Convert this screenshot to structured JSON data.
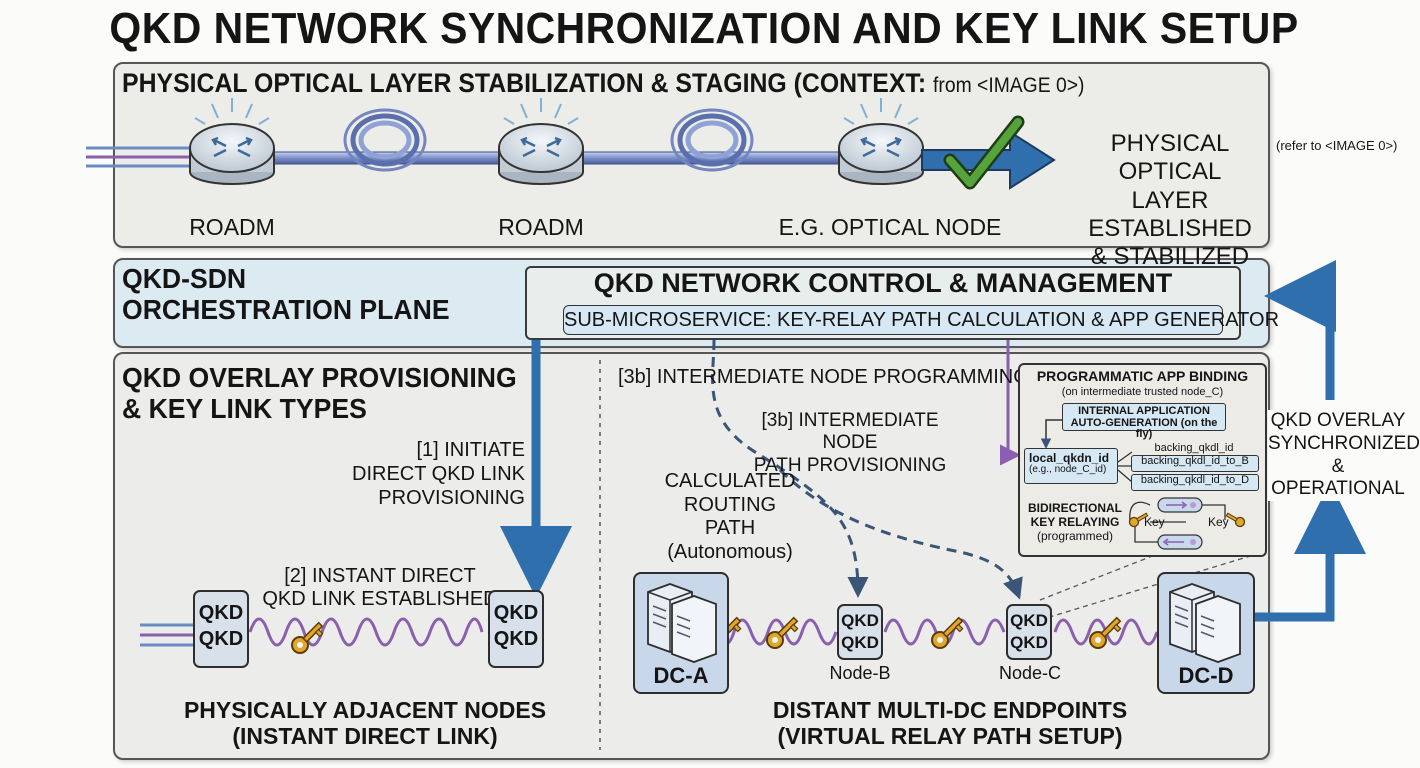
{
  "title": "QKD NETWORK SYNCHRONIZATION AND KEY LINK SETUP",
  "physical": {
    "heading": "PHYSICAL OPTICAL LAYER STABILIZATION & STAGING (CONTEXT:",
    "heading_suffix": "from <IMAGE 0>)",
    "nodes": [
      "ROADM",
      "ROADM",
      "E.G. OPTICAL NODE"
    ],
    "status_line1": "PHYSICAL OPTICAL",
    "status_line2": "LAYER ESTABLISHED",
    "status_line3": "& STABILIZED",
    "refer": "(refer to <IMAGE 0>)"
  },
  "orchestration": {
    "label_line1": "QKD-SDN",
    "label_line2": "ORCHESTRATION PLANE",
    "control_title": "QKD NETWORK CONTROL & MANAGEMENT",
    "sub_microservice": "SUB-MICROSERVICE: KEY-RELAY PATH CALCULATION & APP GENERATOR"
  },
  "overlay": {
    "label_line1": "QKD OVERLAY PROVISIONING",
    "label_line2": "& KEY LINK TYPES",
    "step1_line1": "[1] INITIATE",
    "step1_line2": "DIRECT QKD LINK",
    "step1_line3": "PROVISIONING",
    "step2_line1": "[2] INSTANT DIRECT",
    "step2_line2": "QKD LINK ESTABLISHED",
    "qkd_label": "QKD",
    "adjacent_line1": "PHYSICALLY ADJACENT NODES",
    "adjacent_line2": "(INSTANT DIRECT LINK)",
    "step3b_prog": "[3b] INTERMEDIATE NODE PROGRAMMING",
    "step3b_path_line1": "[3b] INTERMEDIATE NODE",
    "step3b_path_line2": "PATH PROVISIONING",
    "routing_line1": "CALCULATED",
    "routing_line2": "ROUTING PATH",
    "routing_line3": "(Autonomous)",
    "dc_a": "DC-A",
    "dc_d": "DC-D",
    "node_b": "Node-B",
    "node_c": "Node-C",
    "distant_line1": "DISTANT MULTI-DC ENDPOINTS",
    "distant_line2": "(VIRTUAL RELAY PATH SETUP)"
  },
  "app_binding": {
    "title": "PROGRAMMATIC APP BINDING",
    "subtitle": "(on intermediate trusted node_C)",
    "internal_line1": "INTERNAL APPLICATION",
    "internal_line2": "AUTO-GENERATION (on the fly)",
    "local_id": "local_qkdn_id",
    "local_eg": "(e.g., node_C_id)",
    "backing1": "backing_qkdl_id",
    "backing2": "backing_qkdl_id_to_B",
    "backing3": "backing_qkdl_id_to_D",
    "bidir_line1": "BIDIRECTIONAL",
    "bidir_line2": "KEY RELAYING",
    "bidir_line3": "(programmed)",
    "key_left": "Key",
    "key_right": "Key"
  },
  "sync": {
    "line1": "QKD OVERLAY",
    "line2": "SYNCHRONIZED",
    "line3": "& OPERATIONAL"
  },
  "colors": {
    "blue_arrow": "#2f6fae",
    "purple_link": "#8a5fb0",
    "check_green": "#55a33a",
    "key_gold": "#e3a62d"
  }
}
